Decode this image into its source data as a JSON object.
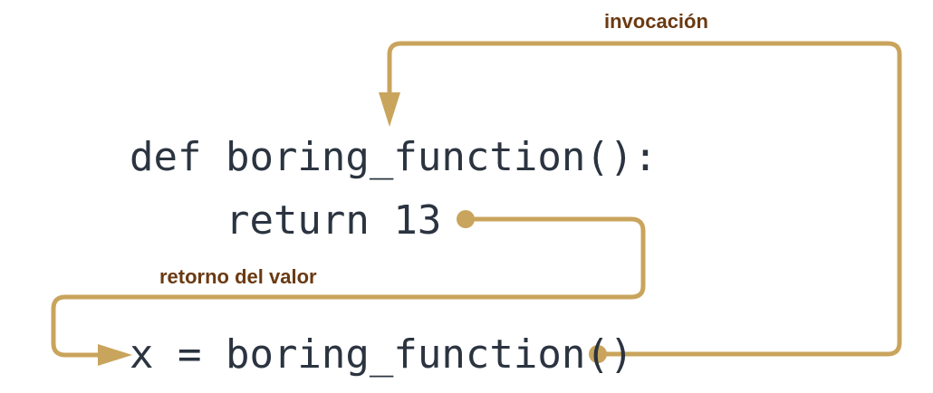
{
  "code": {
    "line1": "def boring_function():",
    "line2": "    return 13",
    "line3": "x = boring_function()"
  },
  "labels": {
    "invocation": "invocación",
    "return_value": "retorno del valor"
  },
  "colors": {
    "arrow": "#C9A45C",
    "label": "#6B3A12",
    "code": "#2B3440"
  }
}
